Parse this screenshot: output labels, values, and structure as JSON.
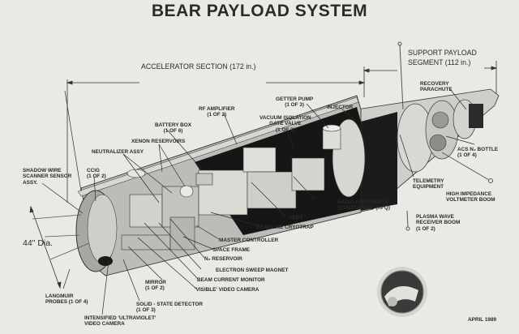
{
  "title": "BEAR PAYLOAD SYSTEM",
  "sections": {
    "accelerator": "ACCELERATOR SECTION (172 in.)",
    "support_line1": "SUPPORT PAYLOAD",
    "support_line2": "SEGMENT (112 in.)"
  },
  "diameter": "44\" Dia.",
  "date": "APRIL 1989",
  "labels": {
    "rf_amplifier": "RF AMPLIFIER\n(1 of 2)",
    "battery_box": "BATTERY BOX\n(1 of 6)",
    "xenon_reservoirs": "XENON RESERVOIRS",
    "neutralizer_assy": "NEUTRALIZER ASSY",
    "shadow_wire": "SHADOW WIRE\nSCANNER SENSOR\nASSY.",
    "ccig": "CCIG\n(1 of 2)",
    "getter_pump": "GETTER PUMP\n(1 of 3)",
    "injector": "INJECTOR",
    "vacuum_gate": "VACUUM ISOLATION\nGATE VALVE\n(1 of 3)",
    "recovery_parachute": "RECOVERY\nPARACHUTE",
    "acs_bottle": "ACS N₂ BOTTLE\n(1 of 4)",
    "telemetry": "TELEMETRY\nEQUIPMENT",
    "voltmeter_boom": "HIGH IMPEDANCE\nVOLTMETER BOOM",
    "rfq": "RADIO FREQUENCY\nQUADRUPOLE (RFQ)",
    "plasma_wave": "PLASMA WAVE\nRECEIVER BOOM\n(1 of 2)",
    "hebt": "HEBT",
    "beamline_cryotrap": "BEAMLINE CRYOTRAP",
    "master_controller": "MASTER CONTROLLER",
    "space_frame": "SPACE FRAME",
    "n2_reservoir": "N₂ RESERVOIR",
    "electron_sweep": "ELECTRON SWEEP MAGNET",
    "beam_current": "BEAM CURRENT MONITOR",
    "visible_camera": "'VISIBLE' VIDEO CAMERA",
    "mirror": "MIRROR\n(1 of 2)",
    "solid_state": "SOLID - STATE DETECTOR\n(1 of 3)",
    "uv_camera": "INTENSIFIED 'ULTRAVIOLET'\nVIDEO CAMERA",
    "langmuir": "LANGMUIR\nPROBES (1 of 4)"
  }
}
